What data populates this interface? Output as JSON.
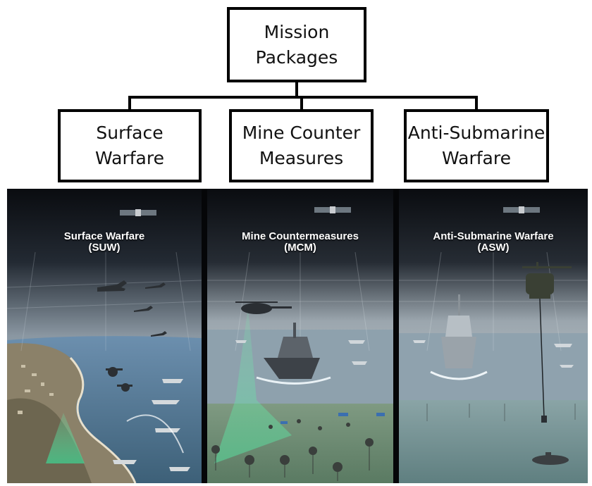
{
  "diagram": {
    "root": "Mission\nPackages",
    "children": [
      "Surface\nWarfare",
      "Mine Counter\nMeasures",
      "Anti-Submarine\nWarfare"
    ]
  },
  "illustration": {
    "panels": [
      {
        "title": "Surface Warfare\n(SUW)"
      },
      {
        "title": "Mine Countermeasures\n(MCM)"
      },
      {
        "title": "Anti-Submarine Warfare\n(ASW)"
      }
    ]
  }
}
